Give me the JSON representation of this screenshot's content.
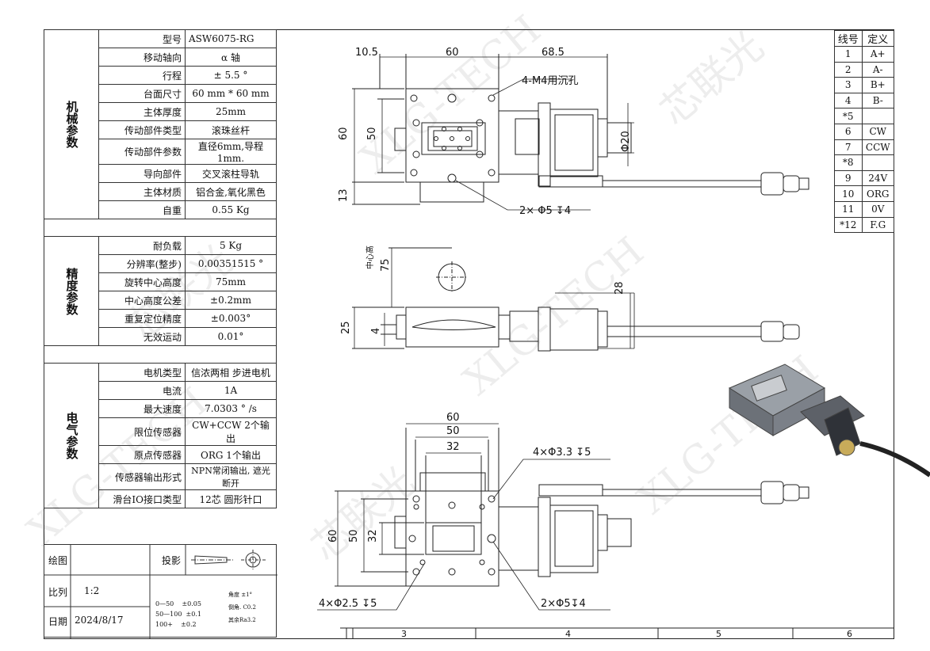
{
  "spec": {
    "mech_group": "机械参数",
    "mech": [
      {
        "label": "型号",
        "value": "ASW6075-RG"
      },
      {
        "label": "移动轴向",
        "value": "α 轴"
      },
      {
        "label": "行程",
        "value": "± 5.5 °"
      },
      {
        "label": "台面尺寸",
        "value": "60 mm * 60 mm"
      },
      {
        "label": "主体厚度",
        "value": "25mm"
      },
      {
        "label": "传动部件类型",
        "value": "滚珠丝杆"
      },
      {
        "label": "传动部件参数",
        "value": "直径6mm,导程1mm."
      },
      {
        "label": "导向部件",
        "value": "交叉滚柱导轨"
      },
      {
        "label": "主体材质",
        "value": "铝合金,氧化黑色"
      },
      {
        "label": "自重",
        "value": "0.55 Kg"
      }
    ],
    "prec_group": "精度参数",
    "prec": [
      {
        "label": "耐负载",
        "value": "5 Kg"
      },
      {
        "label": "分辨率(整步)",
        "value": "0.00351515 °"
      },
      {
        "label": "旋转中心高度",
        "value": "75mm"
      },
      {
        "label": "中心高度公差",
        "value": "±0.2mm"
      },
      {
        "label": "重复定位精度",
        "value": "±0.003°"
      },
      {
        "label": "无效运动",
        "value": "0.01°"
      }
    ],
    "elec_group": "电气参数",
    "elec": [
      {
        "label": "电机类型",
        "value": "信浓两相 步进电机"
      },
      {
        "label": "电流",
        "value": "1A"
      },
      {
        "label": "最大速度",
        "value": "7.0303 ° /s"
      },
      {
        "label": "限位传感器",
        "value": "CW+CCW 2个输出"
      },
      {
        "label": "原点传感器",
        "value": "ORG 1个输出"
      },
      {
        "label": "传感器输出形式",
        "value": "NPN常闭输出, 遮光断开"
      },
      {
        "label": "滑台IO接口类型",
        "value": "12芯 圆形针口"
      }
    ]
  },
  "title_block": {
    "draw_label": "绘图",
    "proj_label": "投影",
    "scale_label": "比列",
    "scale_value": "1:2",
    "date_label": "日期",
    "date_value": "2024/8/17",
    "tol_rows": [
      "0—50    ±0.05",
      "50—100  ±0.1",
      "100+    ±0.2"
    ],
    "tol_notes": [
      "角度 ±1°",
      "倒角. C0.2",
      "其余Ra3.2"
    ]
  },
  "wiring": {
    "headers": [
      "线号",
      "定义"
    ],
    "rows": [
      [
        "1",
        "A+"
      ],
      [
        "2",
        "A-"
      ],
      [
        "3",
        "B+"
      ],
      [
        "4",
        "B-"
      ],
      [
        "*5",
        ""
      ],
      [
        "6",
        "CW"
      ],
      [
        "7",
        "CCW"
      ],
      [
        "*8",
        ""
      ],
      [
        "9",
        "24V"
      ],
      [
        "10",
        "ORG"
      ],
      [
        "11",
        "0V"
      ],
      [
        "*12",
        "F.G"
      ]
    ]
  },
  "dims": {
    "top_view": {
      "d1": "10.5",
      "d2": "60",
      "d3": "68.5",
      "h60": "60",
      "h50": "50",
      "h13": "13",
      "dia20": "Φ20",
      "holes1": "4-M4用沉孔",
      "holes2": "2× Φ5 ↧4"
    },
    "side_view": {
      "center": "中心高",
      "c75": "75",
      "c28": "28",
      "c25": "25",
      "c4": "4"
    },
    "bottom_view": {
      "w60": "60",
      "w50": "50",
      "w32": "32",
      "h60": "60",
      "h50": "50",
      "h32": "32",
      "holesA": "4×Φ3.3 ↧5",
      "holesB": "4×Φ2.5 ↧5",
      "holesC": "2×Φ5↧4"
    }
  },
  "ruler": [
    "3",
    "4",
    "5",
    "6"
  ],
  "watermark": [
    "芯联光",
    "XLG-TECH"
  ]
}
